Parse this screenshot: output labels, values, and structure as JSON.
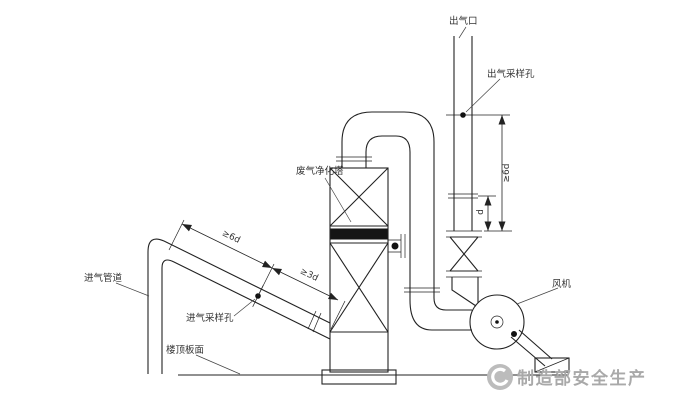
{
  "diagram": {
    "title_hint": "exhaust-gas-purification-system-schematic",
    "labels": {
      "outlet_port": "出气口",
      "outlet_sampling_hole": "出气采样孔",
      "purification_tower": "废气净化塔",
      "fan": "风机",
      "inlet_pipe": "进气管道",
      "inlet_sampling_hole": "进气采样孔",
      "roof_slab": "楼顶板面"
    },
    "dimensions": {
      "outlet_straight_6d": "≥6d",
      "outlet_diameter_d": "d",
      "inlet_upstream_6d": "≥6d",
      "inlet_downstream_3d": "≥3d"
    },
    "watermark": {
      "text": "制造部安全生产"
    },
    "colors": {
      "line": "#222222",
      "label": "#333333",
      "watermark_gray": "#a9a9a9"
    }
  }
}
